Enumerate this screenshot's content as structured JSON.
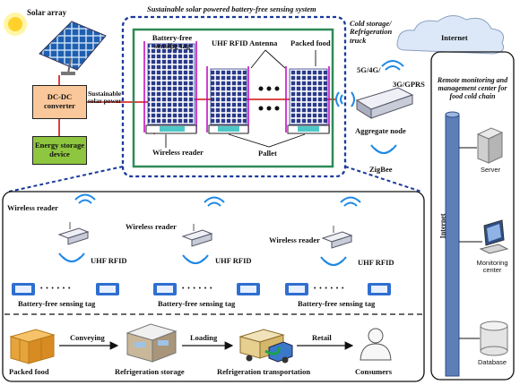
{
  "title": "Sustainable solar powered battery-free sensing system",
  "solar_array": "Solar array",
  "dcdc": "DC-DC converter",
  "energy_storage": "Energy storage device",
  "sustainable_power": "Sustainable solar power",
  "battery_free_tag": "Battery-free sensing tag",
  "uhf_antenna": "UHF RFID Antenna",
  "packed_food_top": "Packed food",
  "cold_storage": "Cold storage/ Refrigeration truck",
  "wireless_reader_top": "Wireless reader",
  "pallet": "Pallet",
  "net_5g": "5G/4G/",
  "net_3g": "3G/GPRS",
  "aggregate_node": "Aggregate node",
  "zigbee": "ZigBee",
  "internet_cloud": "Internet",
  "remote_center": "Remote monitoring and management center for food cold chain",
  "internet_vertical": "Internet",
  "server": "Server",
  "monitoring_center": "Monitoring center",
  "database": "Database",
  "reader_groups": [
    {
      "reader": "Wireless reader",
      "uhf": "UHF RFID",
      "tag": "Battery-free sensing tag"
    },
    {
      "reader": "Wireless reader",
      "uhf": "UHF RFID",
      "tag": "Battery-free sensing tag"
    },
    {
      "reader": "Wireless reader",
      "uhf": "UHF RFID",
      "tag": "Battery-free sensing tag"
    }
  ],
  "chain": {
    "packed_food": "Packed food",
    "conveying": "Conveying",
    "refrigeration_storage": "Refrigeration storage",
    "loading": "Loading",
    "refrigeration_transportation": "Refrigeration transportation",
    "retail": "Retail",
    "consumers": "Consumers"
  },
  "dots": "• • • • • •",
  "colors": {
    "solar_orange": "#f9c79a",
    "storage_green": "#8ec63f",
    "frame_green": "#2e8b57",
    "dashed_blue": "#1a3a9c",
    "wire_red": "#d01010",
    "signal_blue": "#1e88e5",
    "pallet_cyan": "#4dc8c8",
    "shelf_magenta": "#c000c0"
  }
}
